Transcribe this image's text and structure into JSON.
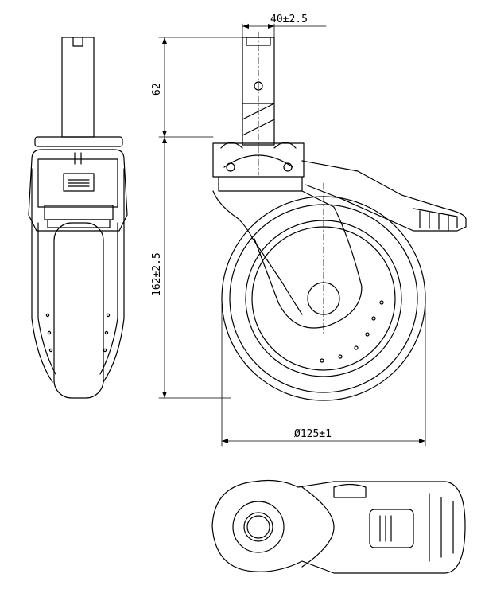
{
  "dimensions": {
    "top_width": "40±2.5",
    "stem_height": "62",
    "total_height": "162±2.5",
    "wheel_diameter": "Ø125±1"
  },
  "colors": {
    "line": "#000000",
    "background": "#ffffff"
  }
}
